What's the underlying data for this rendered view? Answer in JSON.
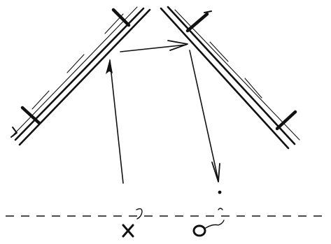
{
  "diagram": {
    "ink_color": "#111111",
    "background_color": "#ffffff",
    "elements": [
      "left-plane-mirror",
      "right-plane-mirror",
      "incident-ray",
      "reflected-ray-between-mirrors",
      "emergent-ray-to-image",
      "dashed-object-line",
      "object-mark-x",
      "image-mark-o",
      "image-point-dot"
    ]
  }
}
